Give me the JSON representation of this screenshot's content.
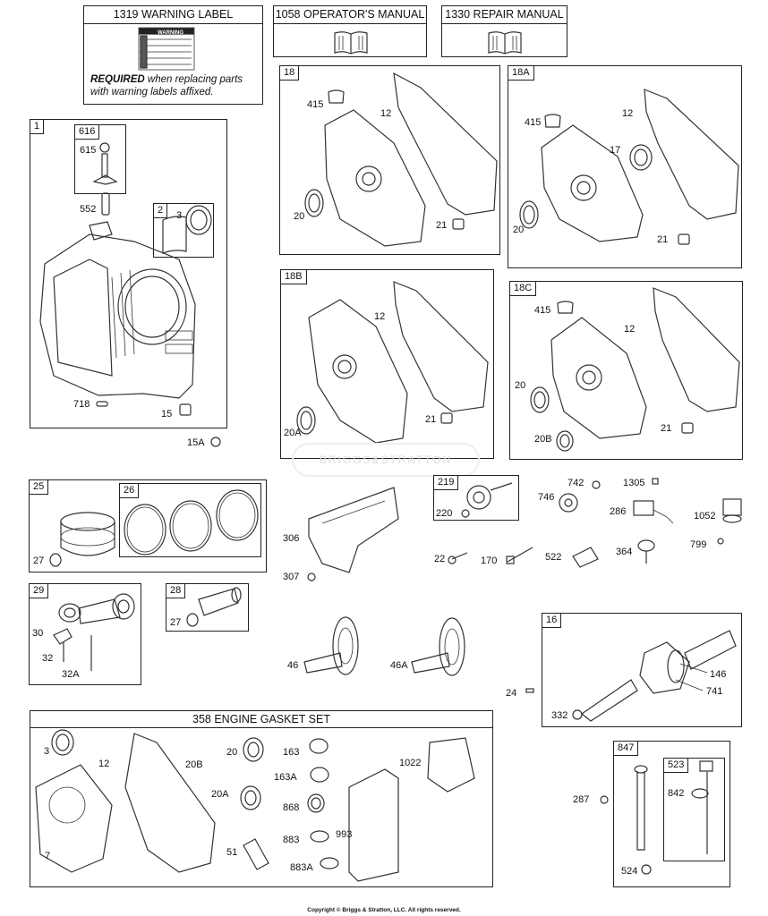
{
  "headers": {
    "warning_label": "1319 WARNING LABEL",
    "operators_manual": "1058 OPERATOR'S MANUAL",
    "repair_manual": "1330 REPAIR MANUAL",
    "warning_note_bold": "REQUIRED",
    "warning_note_rest": " when replacing parts",
    "warning_note_line2": "with warning labels affixed.",
    "warning_sticker_title": "WARNING"
  },
  "frames": {
    "f1": "1",
    "f616": "616",
    "f2": "2",
    "f18": "18",
    "f18A": "18A",
    "f18B": "18B",
    "f18C": "18C",
    "f25": "25",
    "f26": "26",
    "f29": "29",
    "f28": "28",
    "f219": "219",
    "f16": "16",
    "f847": "847",
    "f523": "523",
    "gasket_set": "358 ENGINE GASKET SET"
  },
  "callouts": {
    "c615": "615",
    "c552": "552",
    "c3": "3",
    "c718": "718",
    "c15": "15",
    "c15A": "15A",
    "c415_18": "415",
    "c12_18": "12",
    "c20_18": "20",
    "c21_18": "21",
    "c415_18A": "415",
    "c12_18A": "12",
    "c17": "17",
    "c20_18A": "20",
    "c21_18A": "21",
    "c12_18B": "12",
    "c21_18B": "21",
    "c20A_18B": "20A",
    "c415_18C": "415",
    "c12_18C": "12",
    "c20_18C": "20",
    "c21_18C": "21",
    "c20B_18C": "20B",
    "c27_25": "27",
    "c30": "30",
    "c32": "32",
    "c32A": "32A",
    "c27_28": "27",
    "c306": "306",
    "c307": "307",
    "c46": "46",
    "c46A": "46A",
    "c220": "220",
    "c742": "742",
    "c1305": "1305",
    "c746": "746",
    "c286": "286",
    "c1052": "1052",
    "c799": "799",
    "c22": "22",
    "c170": "170",
    "c522": "522",
    "c364": "364",
    "c24": "24",
    "c146": "146",
    "c741": "741",
    "c332": "332",
    "g3": "3",
    "g12": "12",
    "g7": "7",
    "g20B": "20B",
    "g20": "20",
    "g20A": "20A",
    "g51": "51",
    "g163": "163",
    "g163A": "163A",
    "g868": "868",
    "g883": "883",
    "g883A": "883A",
    "g993": "993",
    "g1022": "1022",
    "c287": "287",
    "c842": "842",
    "c524": "524"
  },
  "watermark": "BRIGGS&STRATTON",
  "copyright": "Copyright © Briggs & Stratton, LLC. All rights reserved."
}
